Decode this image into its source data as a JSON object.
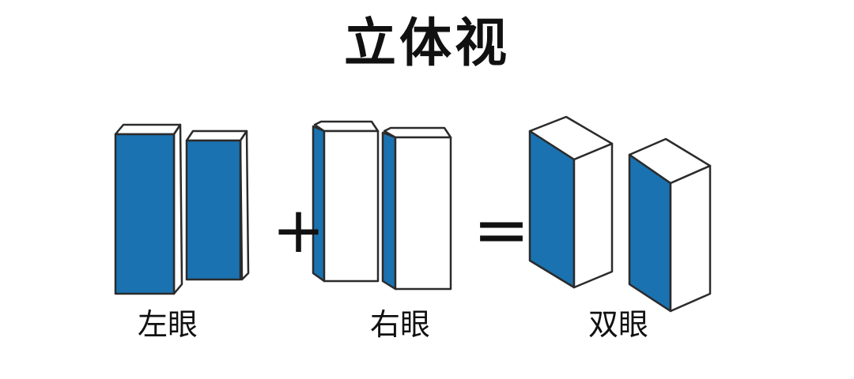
{
  "title": "立体视",
  "colors": {
    "blue": "#1a72b0",
    "outline": "#2b2b2b",
    "face": "#ffffff"
  },
  "operators": {
    "plus": "+",
    "equals": "="
  },
  "captions": {
    "left_eye": "左眼",
    "right_eye": "右眼",
    "both_eyes": "双眼"
  }
}
